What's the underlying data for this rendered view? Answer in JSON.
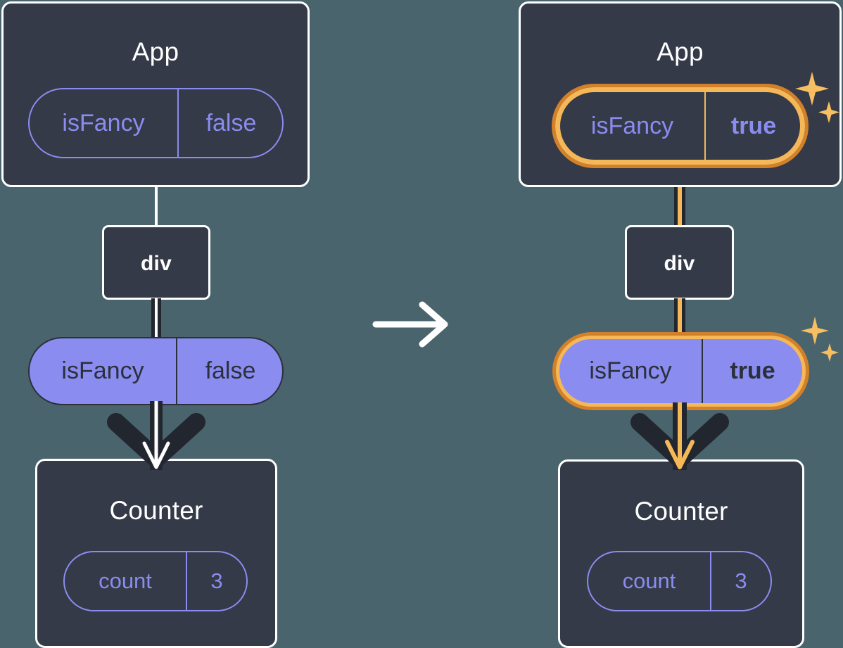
{
  "background_color": "#4a646e",
  "colors": {
    "box_fill": "#343a47",
    "box_border": "#ffffff",
    "purple": "#8a8cf0",
    "dark_text": "#2b303b",
    "highlight_orange_light": "#f5b858",
    "highlight_orange_dark": "#d2802a",
    "wire_dark": "#22262f",
    "wire_white": "#ffffff"
  },
  "panels": {
    "before": {
      "app": {
        "title": "App",
        "state_pill": {
          "key": "isFancy",
          "value": "false",
          "highlighted": false,
          "bold_value": false
        }
      },
      "div": {
        "title": "div"
      },
      "prop_pill": {
        "key": "isFancy",
        "value": "false",
        "highlighted": false,
        "bold_value": false
      },
      "counter": {
        "title": "Counter",
        "state_pill": {
          "key": "count",
          "value": "3",
          "highlighted": false,
          "bold_value": false
        }
      },
      "sparkles": false
    },
    "after": {
      "app": {
        "title": "App",
        "state_pill": {
          "key": "isFancy",
          "value": "true",
          "highlighted": true,
          "bold_value": true
        }
      },
      "div": {
        "title": "div"
      },
      "prop_pill": {
        "key": "isFancy",
        "value": "true",
        "highlighted": true,
        "bold_value": true
      },
      "counter": {
        "title": "Counter",
        "state_pill": {
          "key": "count",
          "value": "3",
          "highlighted": false,
          "bold_value": false
        }
      },
      "sparkles": true
    }
  },
  "transition": {
    "icon": "right-arrow-icon",
    "color": "#ffffff"
  },
  "sparkle_icon_name": "sparkles-icon"
}
